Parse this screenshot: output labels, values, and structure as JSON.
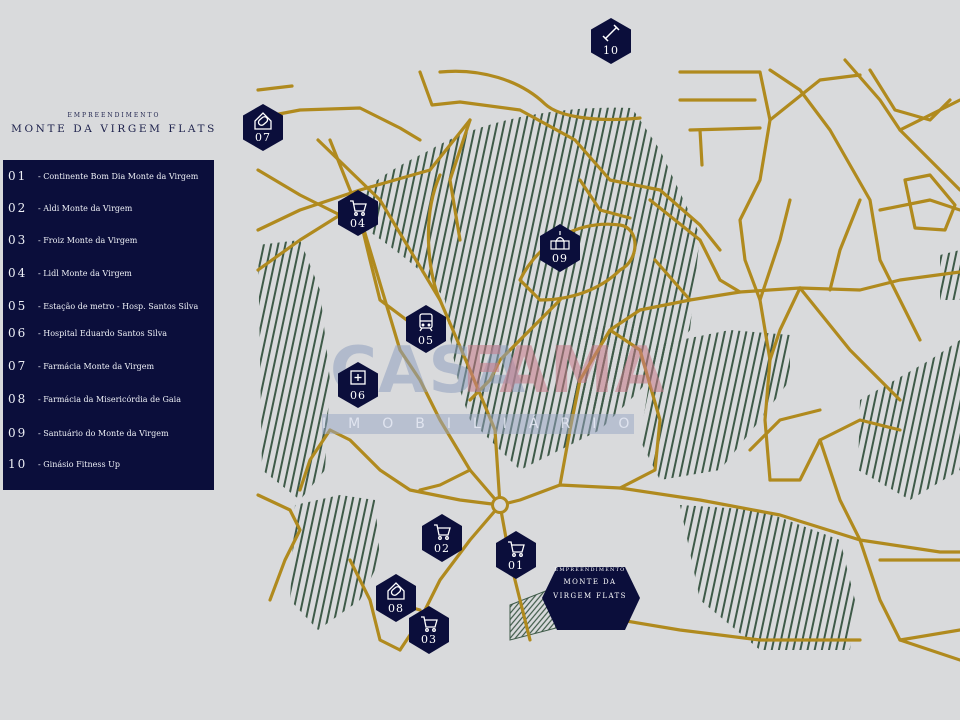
{
  "header": {
    "subtitle": "EMPREENDIMENTO",
    "title": "MONTE DA VIRGEM FLATS"
  },
  "legend": [
    {
      "num": "01",
      "label": "- Continente Bom Dia Monte da Virgem"
    },
    {
      "num": "02",
      "label": "- Aldi Monte da Virgem"
    },
    {
      "num": "03",
      "label": "- Froiz Monte da Virgem"
    },
    {
      "num": "04",
      "label": "- Lidl Monte da Virgem"
    },
    {
      "num": "05",
      "label": "- Estação de metro - Hosp. Santos Silva"
    },
    {
      "num": "06",
      "label": "- Hospital Eduardo Santos Silva"
    },
    {
      "num": "07",
      "label": "- Farmácia Monte da Virgem"
    },
    {
      "num": "08",
      "label": "- Farmácia da Misericórdia de Gaia"
    },
    {
      "num": "09",
      "label": "- Santuário do Monte da Virgem"
    },
    {
      "num": "10",
      "label": "- Ginásio Fitness Up"
    }
  ],
  "markers": {
    "m01": {
      "num": "01",
      "icon": "shopping-cart-icon"
    },
    "m02": {
      "num": "02",
      "icon": "shopping-cart-icon"
    },
    "m03": {
      "num": "03",
      "icon": "shopping-cart-icon"
    },
    "m04": {
      "num": "04",
      "icon": "shopping-cart-icon"
    },
    "m05": {
      "num": "05",
      "icon": "metro-train-icon"
    },
    "m06": {
      "num": "06",
      "icon": "hospital-cross-icon"
    },
    "m07": {
      "num": "07",
      "icon": "pharmacy-pill-icon"
    },
    "m08": {
      "num": "08",
      "icon": "pharmacy-pill-icon"
    },
    "m09": {
      "num": "09",
      "icon": "sanctuary-church-icon"
    },
    "m10": {
      "num": "10",
      "icon": "gym-dumbbell-icon"
    }
  },
  "development": {
    "subtitle": "EMPREENDIMENTO",
    "line1": "MONTE DA",
    "line2": "VIRGEM FLATS"
  },
  "watermark": {
    "word1": "CASA",
    "word2": "FAMA",
    "sub": "IMOBILIÁRIO"
  },
  "colors": {
    "background": "#d9dadc",
    "road": "#b08a1e",
    "park_hatch": "#3e5a48",
    "navy": "#0b0e3b"
  }
}
